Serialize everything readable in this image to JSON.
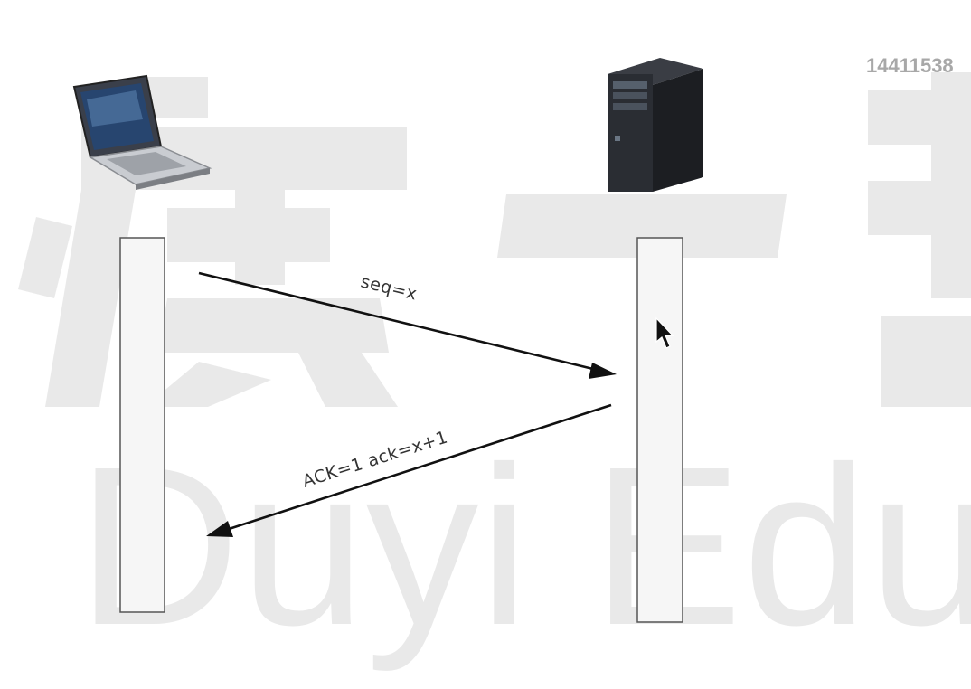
{
  "corner_id": "14411538",
  "watermark": {
    "latin": "Duyi Edu"
  },
  "messages": [
    {
      "label": "seq=x"
    },
    {
      "label": "ACK=1  ack=x+1"
    }
  ],
  "icons": {
    "client": "laptop-icon",
    "server": "server-tower-icon",
    "pointer": "mouse-cursor-icon"
  }
}
